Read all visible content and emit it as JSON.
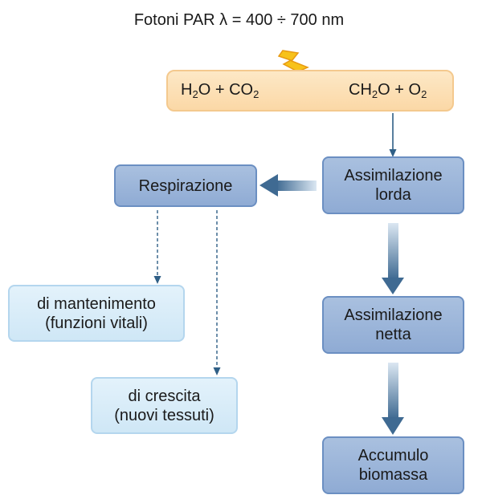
{
  "title": "Fotoni PAR λ = 400 ÷ 700 nm",
  "equation": {
    "reactants": {
      "h2o": "H",
      "h2o_sub": "2",
      "h2o_o": "O",
      "plus1": "+",
      "co2": "CO",
      "co2_sub": "2"
    },
    "products": {
      "ch2o": "CH",
      "ch2o_sub": "2",
      "ch2o_o": "O",
      "plus2": "+",
      "o2": "O",
      "o2_sub": "2"
    }
  },
  "boxes": {
    "assimilazione_lorda": [
      "Assimilazione",
      "lorda"
    ],
    "respirazione": "Respirazione",
    "assimilazione_netta": [
      "Assimilazione",
      "netta"
    ],
    "accumulo_biomassa": [
      "Accumulo",
      "biomassa"
    ],
    "mantenimento": [
      "di mantenimento",
      "(funzioni vitali)"
    ],
    "crescita": [
      "di crescita",
      "(nuovi tessuti)"
    ]
  },
  "icons": {
    "light": "lightning-icon"
  },
  "colors": {
    "dark_box": "#97b2d8",
    "light_box": "#d8ecf8",
    "equation_box": "#fcdcae",
    "arrow": "#2f5f86",
    "lightning": "#f7c21a"
  }
}
